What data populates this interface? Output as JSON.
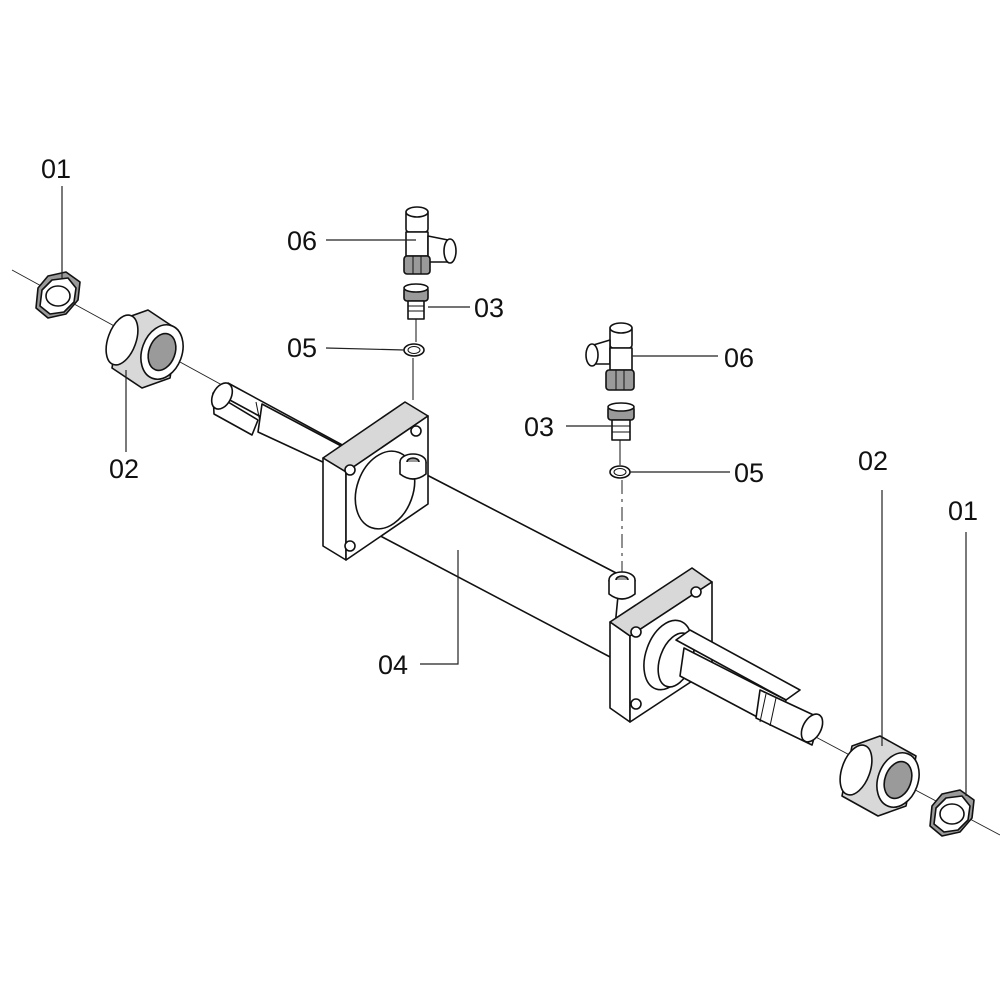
{
  "callouts": {
    "nut_left": "01",
    "bearing_left": "02",
    "tee_fitting_left": "06",
    "adapter_left": "03",
    "oring_left": "05",
    "adapter_right": "03",
    "tee_fitting_right": "06",
    "oring_right": "05",
    "bearing_right": "02",
    "nut_right": "01",
    "cylinder_body": "04"
  },
  "colors": {
    "line": "#111111",
    "shade": "#d8d8d8",
    "dark_shade": "#9a9a9a",
    "background": "#ffffff"
  }
}
